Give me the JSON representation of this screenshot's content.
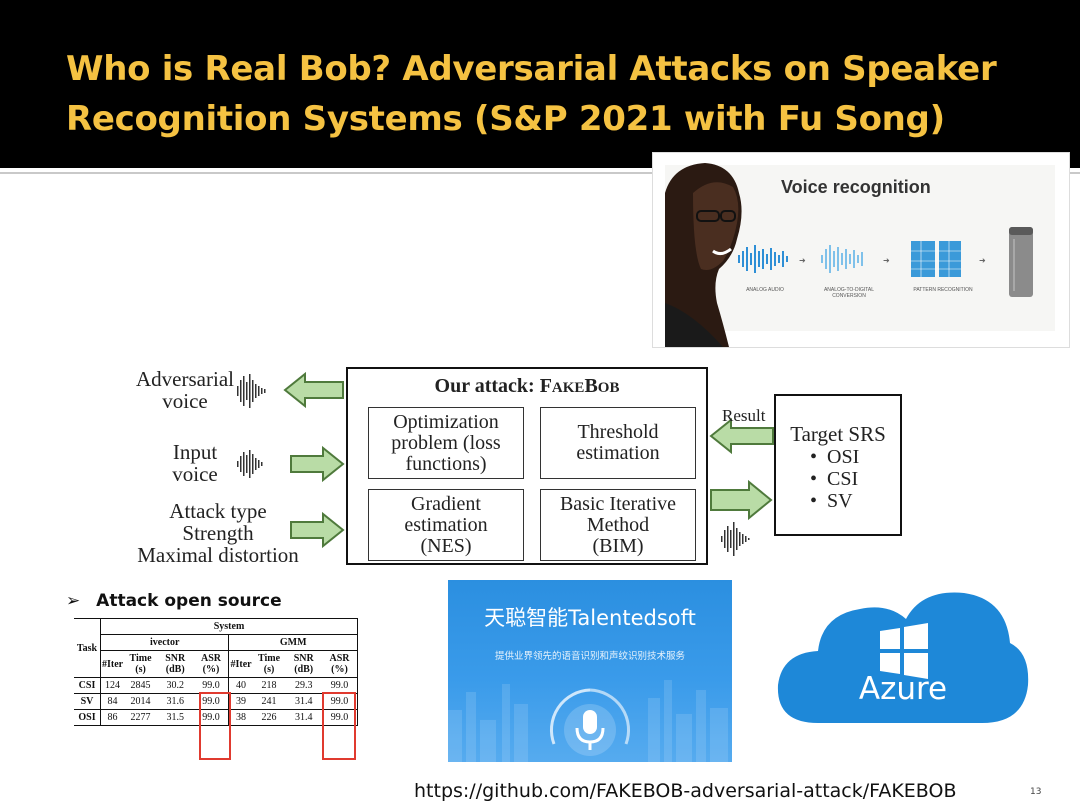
{
  "slide": {
    "title_line1": "Who is Real Bob? Adversarial Attacks on Speaker",
    "title_line2": "Recognition Systems (S&P 2021 with Fu Song)",
    "page_number": "13",
    "url": "https://github.com/FAKEBOB-adversarial-attack/FAKEBOB"
  },
  "voice_image": {
    "title": "Voice recognition",
    "captions": [
      "ANALOG AUDIO",
      "ANALOG-TO-DIGITAL CONVERSION",
      "PATTERN RECOGNITION"
    ]
  },
  "diagram": {
    "left_labels": {
      "adversarial_voice": [
        "Adversarial",
        "voice"
      ],
      "input_voice": [
        "Input",
        "voice"
      ],
      "attack_params": [
        "Attack type",
        "Strength",
        "Maximal distortion"
      ]
    },
    "attack_title_prefix": "Our attack: F",
    "attack_title_sc": "AKE",
    "attack_title_b": "B",
    "attack_title_sc2": "OB",
    "modules": {
      "optimization": [
        "Optimization",
        "problem (loss",
        "functions)"
      ],
      "threshold": [
        "Threshold",
        "estimation"
      ],
      "gradient": [
        "Gradient",
        "estimation",
        "(NES)"
      ],
      "bim": [
        "Basic Iterative",
        "Method",
        "(BIM)"
      ]
    },
    "result_label": "Result",
    "target": {
      "title": "Target SRS",
      "items": [
        "OSI",
        "CSI",
        "SV"
      ]
    }
  },
  "bullet": {
    "marker": "➢",
    "text": "Attack open source"
  },
  "table": {
    "system_header": "System",
    "task_header": "Task",
    "groups": [
      "ivector",
      "GMM"
    ],
    "sub_headers": [
      "#Iter",
      "Time (s)",
      "SNR (dB)",
      "ASR (%)"
    ],
    "rows": [
      {
        "task": "CSI",
        "ivector": [
          "124",
          "2845",
          "30.2",
          "99.0"
        ],
        "gmm": [
          "40",
          "218",
          "29.3",
          "99.0"
        ]
      },
      {
        "task": "SV",
        "ivector": [
          "84",
          "2014",
          "31.6",
          "99.0"
        ],
        "gmm": [
          "39",
          "241",
          "31.4",
          "99.0"
        ]
      },
      {
        "task": "OSI",
        "ivector": [
          "86",
          "2277",
          "31.5",
          "99.0"
        ],
        "gmm": [
          "38",
          "226",
          "31.4",
          "99.0"
        ]
      }
    ]
  },
  "talentedsoft": {
    "brand": "天聪智能Talentedsoft",
    "tagline": "提供业界领先的语音识别和声纹识别技术服务"
  },
  "azure": {
    "label": "Azure"
  },
  "colors": {
    "title": "#f5c242",
    "title_bar": "#000000",
    "arrow_fill": "#b9dca6",
    "arrow_stroke": "#4f7a3c",
    "highlight": "#e03a2f",
    "azure": "#1e88d8"
  }
}
